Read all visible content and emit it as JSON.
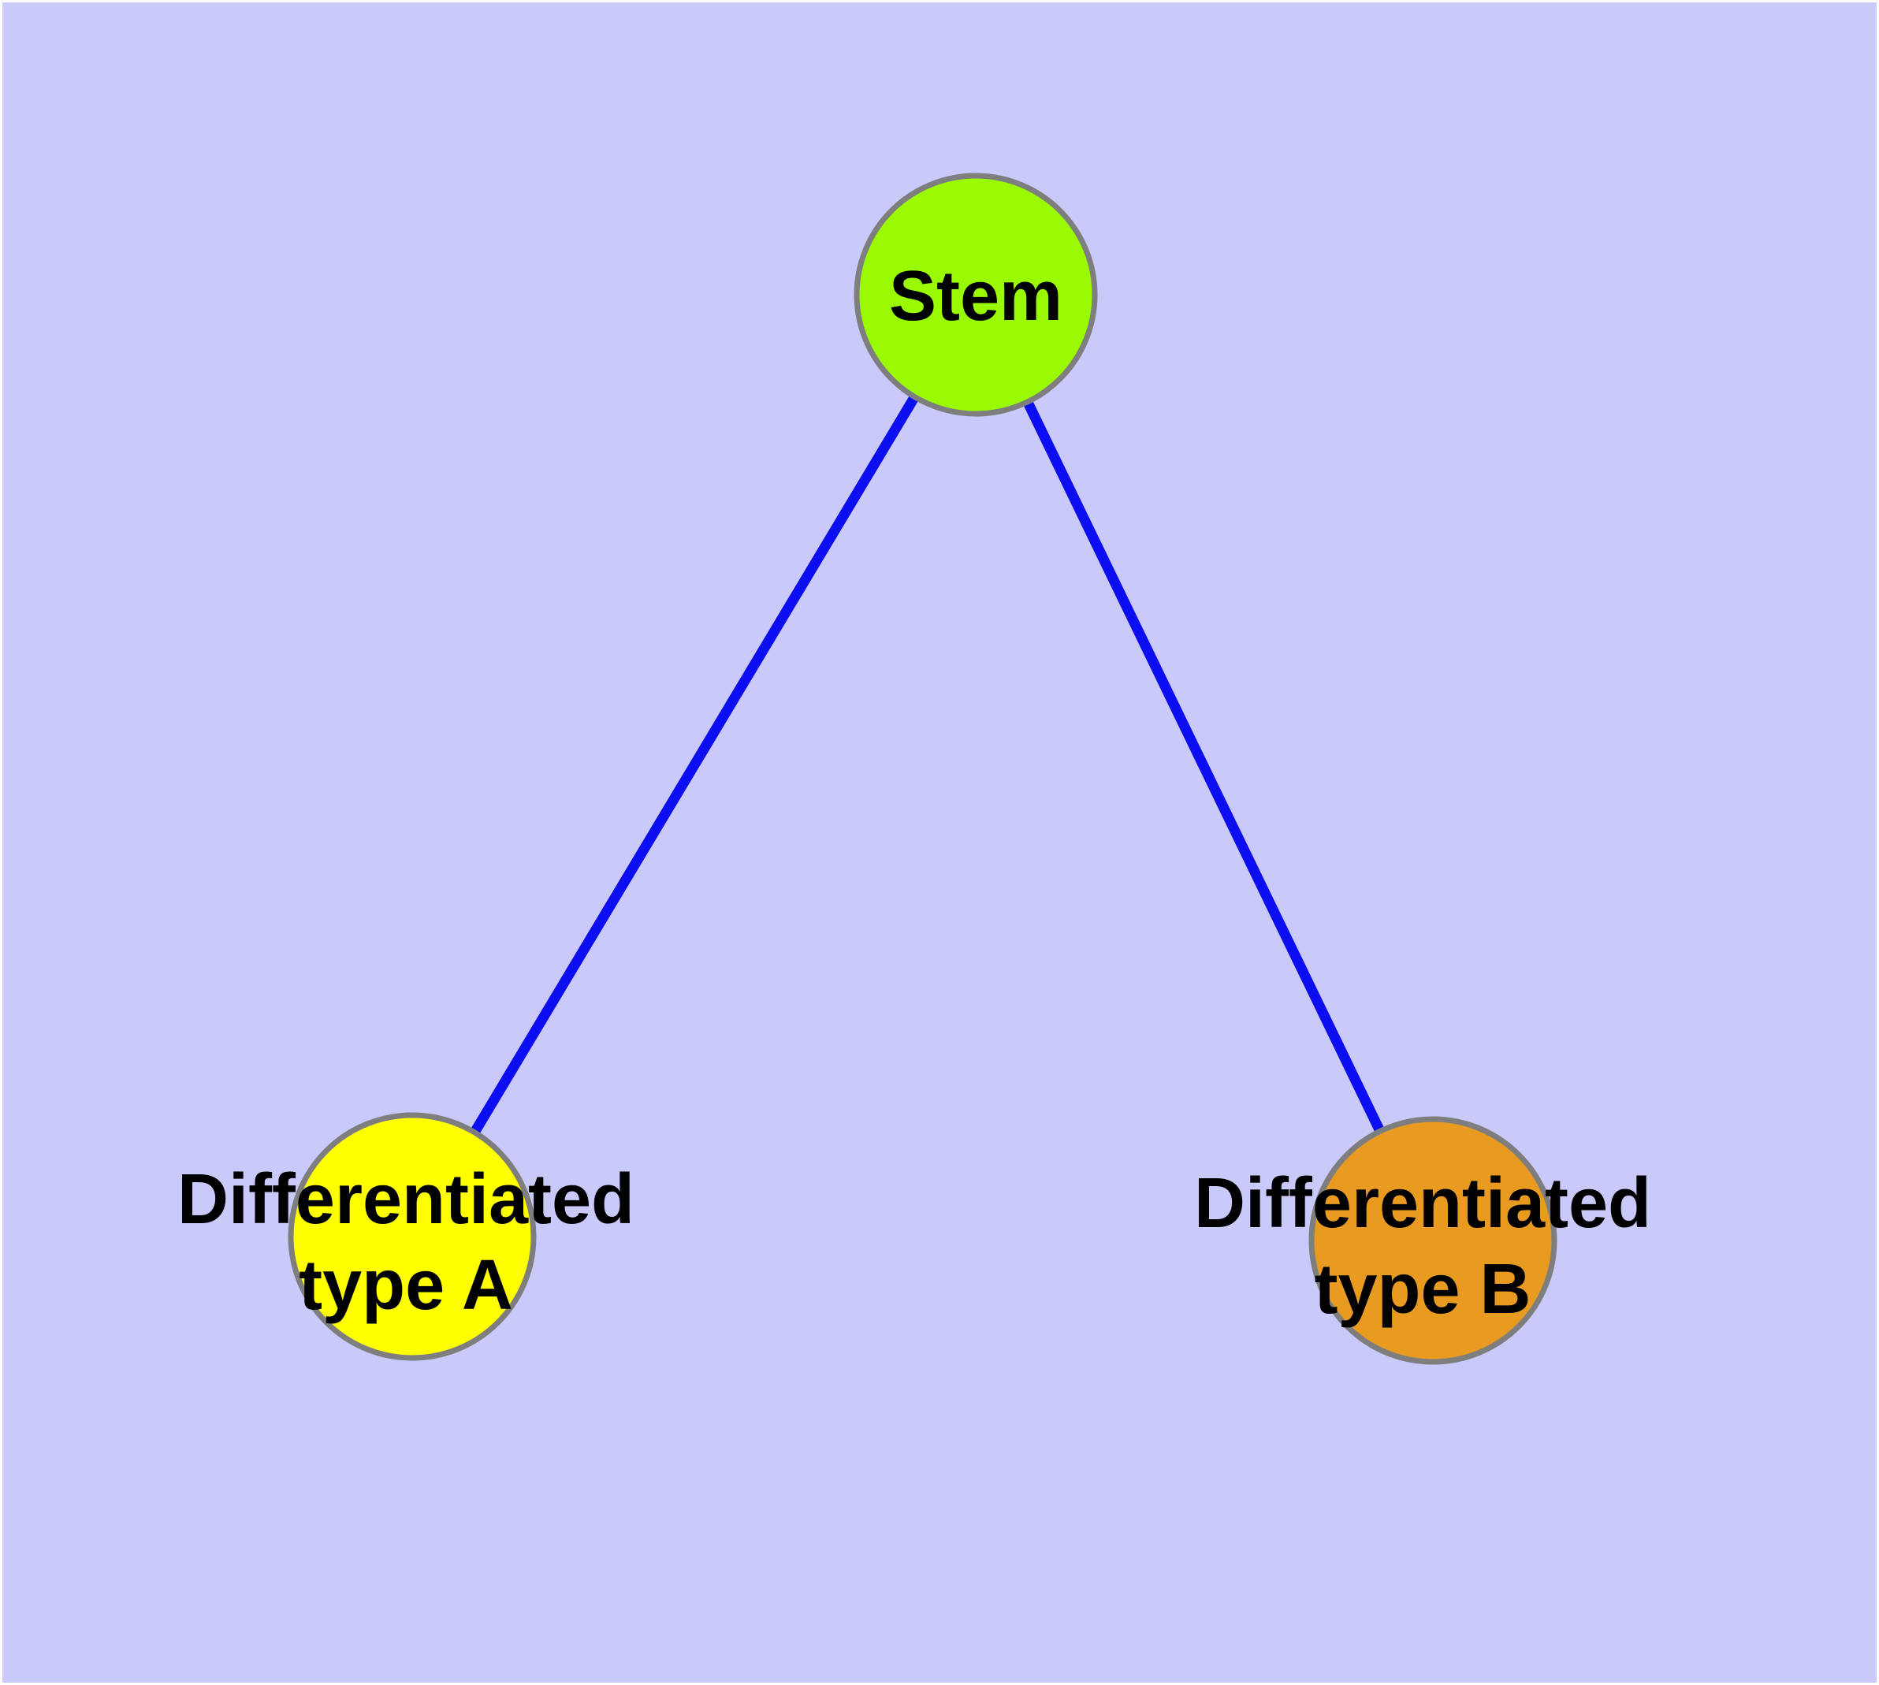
{
  "figure": {
    "background_color": "#C9C9FA",
    "frame_color": "#FFFFFF",
    "edge_color": "#0D0DF2",
    "node_border_color": "#7E7E7E",
    "label_color": "#000000"
  },
  "nodes": {
    "stem": {
      "label": "Stem",
      "fill": "#9AFA02"
    },
    "diff_a": {
      "label_line1": "Differentiated",
      "label_line2": "type A",
      "fill": "#FFFF00"
    },
    "diff_b": {
      "label_line1": "Differentiated",
      "label_line2": "type B",
      "fill": "#E89B20"
    }
  },
  "edges": [
    {
      "from": "Stem",
      "to": "Differentiated type A"
    },
    {
      "from": "Stem",
      "to": "Differentiated type B"
    }
  ]
}
